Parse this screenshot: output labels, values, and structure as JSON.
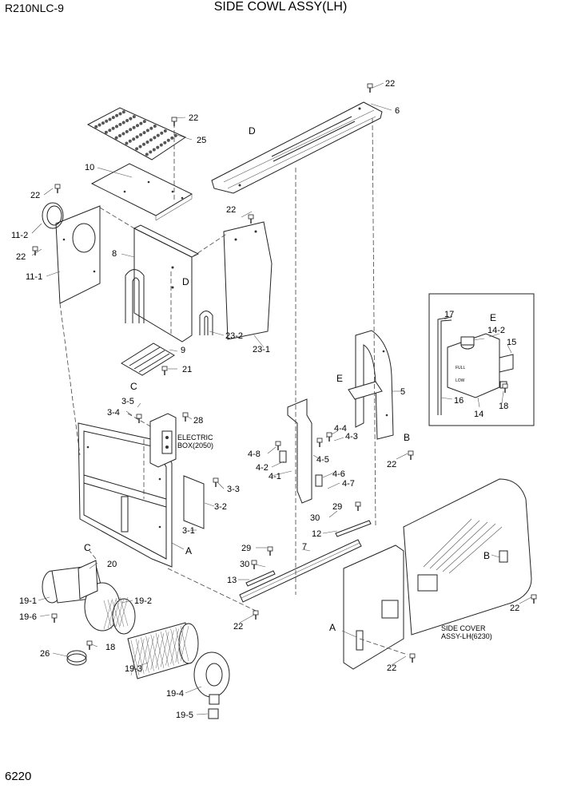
{
  "header": {
    "model": "R210NLC-9",
    "title": "SIDE COWL ASSY(LH)",
    "page_number": "6220"
  },
  "callouts": [
    {
      "key": "c22a",
      "label": "22"
    },
    {
      "key": "c6",
      "label": "6"
    },
    {
      "key": "c22b",
      "label": "22"
    },
    {
      "key": "c25",
      "label": "25"
    },
    {
      "key": "cD1",
      "label": "D"
    },
    {
      "key": "c10",
      "label": "10"
    },
    {
      "key": "c22c",
      "label": "22"
    },
    {
      "key": "c22d",
      "label": "22"
    },
    {
      "key": "c11_2",
      "label": "11-2"
    },
    {
      "key": "c22e",
      "label": "22"
    },
    {
      "key": "c8",
      "label": "8"
    },
    {
      "key": "c11_1",
      "label": "11-1"
    },
    {
      "key": "cD2",
      "label": "D"
    },
    {
      "key": "c23_2",
      "label": "23-2"
    },
    {
      "key": "c23_1",
      "label": "23-1"
    },
    {
      "key": "c9",
      "label": "9"
    },
    {
      "key": "c21",
      "label": "21"
    },
    {
      "key": "cC1",
      "label": "C"
    },
    {
      "key": "c17",
      "label": "17"
    },
    {
      "key": "cE1",
      "label": "E"
    },
    {
      "key": "c14_2",
      "label": "14-2"
    },
    {
      "key": "c15",
      "label": "15"
    },
    {
      "key": "c16",
      "label": "16"
    },
    {
      "key": "c14",
      "label": "14"
    },
    {
      "key": "c18a",
      "label": "18"
    },
    {
      "key": "cE2",
      "label": "E"
    },
    {
      "key": "c5",
      "label": "5"
    },
    {
      "key": "cB1",
      "label": "B"
    },
    {
      "key": "c22f",
      "label": "22"
    },
    {
      "key": "c3_5",
      "label": "3-5"
    },
    {
      "key": "c3_4",
      "label": "3-4"
    },
    {
      "key": "c28",
      "label": "28"
    },
    {
      "key": "c4_4",
      "label": "4-4"
    },
    {
      "key": "c4_3",
      "label": "4-3"
    },
    {
      "key": "c4_8",
      "label": "4-8"
    },
    {
      "key": "c4_5",
      "label": "4-5"
    },
    {
      "key": "c4_2",
      "label": "4-2"
    },
    {
      "key": "c4_1",
      "label": "4-1"
    },
    {
      "key": "c4_6",
      "label": "4-6"
    },
    {
      "key": "c4_7",
      "label": "4-7"
    },
    {
      "key": "c3_3",
      "label": "3-3"
    },
    {
      "key": "c3_2",
      "label": "3-2"
    },
    {
      "key": "c29a",
      "label": "29"
    },
    {
      "key": "c30a",
      "label": "30"
    },
    {
      "key": "c12",
      "label": "12"
    },
    {
      "key": "c3_1",
      "label": "3-1"
    },
    {
      "key": "cA1",
      "label": "A"
    },
    {
      "key": "cC2",
      "label": "C"
    },
    {
      "key": "c20",
      "label": "20"
    },
    {
      "key": "c29b",
      "label": "29"
    },
    {
      "key": "c7",
      "label": "7"
    },
    {
      "key": "c30b",
      "label": "30"
    },
    {
      "key": "c13",
      "label": "13"
    },
    {
      "key": "cB2",
      "label": "B"
    },
    {
      "key": "c19_1",
      "label": "19-1"
    },
    {
      "key": "c19_2",
      "label": "19-2"
    },
    {
      "key": "c19_6",
      "label": "19-6"
    },
    {
      "key": "c22g",
      "label": "22"
    },
    {
      "key": "c22h",
      "label": "22"
    },
    {
      "key": "cA2",
      "label": "A"
    },
    {
      "key": "c26",
      "label": "26"
    },
    {
      "key": "c18b",
      "label": "18"
    },
    {
      "key": "c19_3",
      "label": "19-3"
    },
    {
      "key": "c22i",
      "label": "22"
    },
    {
      "key": "c19_4",
      "label": "19-4"
    },
    {
      "key": "c19_5",
      "label": "19-5"
    }
  ],
  "notes": {
    "electric_line1": "ELECTRIC",
    "electric_line2": "BOX(2050)",
    "side_cover_line1": "SIDE COVER",
    "side_cover_line2": "ASSY-LH(6230)"
  },
  "tank_labels": {
    "full": "FULL",
    "low": "LOW"
  }
}
